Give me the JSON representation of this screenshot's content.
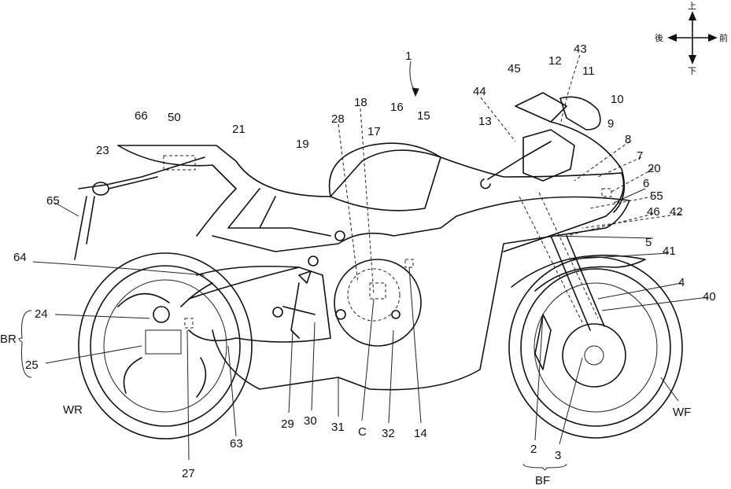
{
  "figure": {
    "compass": {
      "up": "上",
      "down": "下",
      "rear": "後",
      "front": "前"
    },
    "labels": {
      "l1": "1",
      "l2": "2",
      "l3": "3",
      "l4": "4",
      "l5": "5",
      "l6": "6",
      "l7": "7",
      "l8": "8",
      "l9": "9",
      "l10": "10",
      "l11": "11",
      "l12": "12",
      "l13": "13",
      "l14": "14",
      "l15": "15",
      "l16": "16",
      "l17": "17",
      "l18": "18",
      "l19": "19",
      "l20": "20",
      "l21": "21",
      "l23": "23",
      "l24": "24",
      "l25": "25",
      "l27": "27",
      "l28": "28",
      "l29": "29",
      "l30": "30",
      "l31": "31",
      "l32": "32",
      "l40": "40",
      "l41": "41",
      "l42": "42",
      "l43": "43",
      "l44": "44",
      "l45": "45",
      "l46": "46",
      "l50": "50",
      "l55": "55",
      "l63": "63",
      "l64": "64",
      "l65": "65",
      "l66": "66",
      "lC": "C",
      "lBR": "BR",
      "lBF": "BF",
      "lWR": "WR",
      "lWF": "WF"
    }
  }
}
